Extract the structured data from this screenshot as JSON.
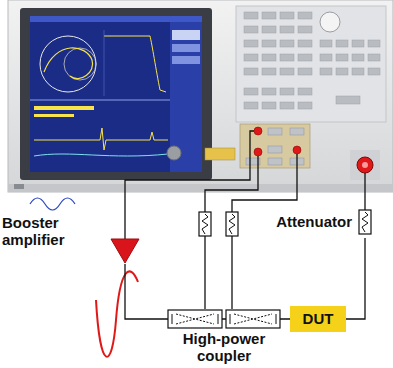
{
  "diagram": {
    "nodes": [
      {
        "text": [
          "Booster amplifier"
        ]
      },
      {
        "text": [
          "DUT"
        ]
      },
      {
        "text": [
          "Attenuator"
        ]
      }
    ],
    "edges": [
      {
        "from": 0,
        "to": 1,
        "arrow": "none"
      },
      {
        "from": 1,
        "to": 2,
        "arrow": "none"
      }
    ],
    "labels": [
      "High-power coupler"
    ]
  }
}
